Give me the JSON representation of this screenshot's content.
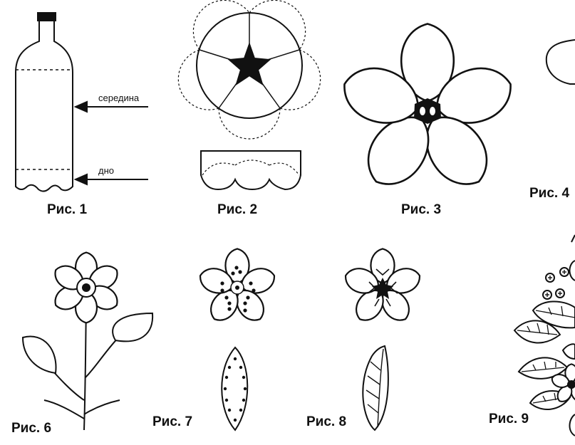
{
  "captions": {
    "fig1": "Рис. 1",
    "fig2": "Рис. 2",
    "fig3": "Рис. 3",
    "fig4": "Рис. 4",
    "fig6": "Рис. 6",
    "fig7": "Рис. 7",
    "fig8": "Рис. 8",
    "fig9": "Рис. 9"
  },
  "labels": {
    "middle": "середина",
    "bottom": "дно"
  },
  "colors": {
    "ink": "#111111",
    "paper": "#ffffff"
  }
}
